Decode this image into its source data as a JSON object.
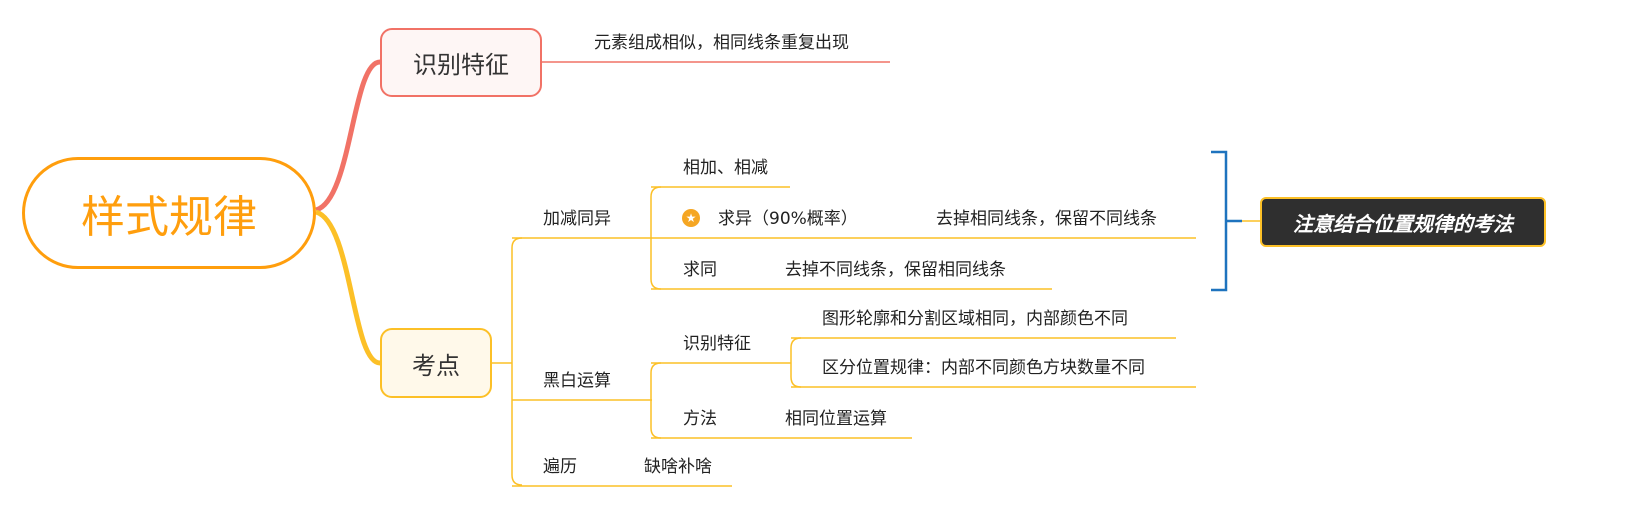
{
  "colors": {
    "root": "#FF9E0D",
    "branch_identify": "#F17266",
    "branch_points": "#FCC027",
    "bracket": "#1E73BE",
    "callout_bg": "#2F2F2F"
  },
  "root": {
    "label": "样式规律"
  },
  "identify": {
    "label": "识别特征",
    "detail": "元素组成相似，相同线条重复出现"
  },
  "points": {
    "label": "考点",
    "add_sub": {
      "label": "加减同异",
      "plus_minus": "相加、相减",
      "seek_diff": {
        "label": "求异（90%概率）",
        "icon": "star-icon",
        "detail": "去掉相同线条，保留不同线条"
      },
      "seek_same": {
        "label": "求同",
        "detail": "去掉不同线条，保留相同线条"
      }
    },
    "black_white": {
      "label": "黑白运算",
      "identify": {
        "label": "识别特征",
        "detail1": "图形轮廓和分割区域相同，内部颜色不同",
        "detail2": "区分位置规律：内部不同颜色方块数量不同"
      },
      "method": {
        "label": "方法",
        "detail": "相同位置运算"
      }
    },
    "traverse": {
      "label": "遍历",
      "detail": "缺啥补啥"
    }
  },
  "callout": {
    "label": "注意结合位置规律的考法"
  }
}
